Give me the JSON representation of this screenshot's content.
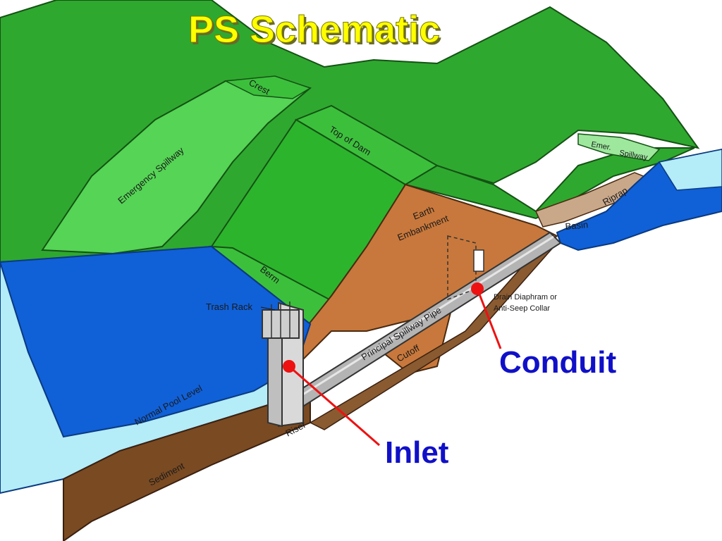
{
  "slide": {
    "title": "PS Schematic"
  },
  "labels": {
    "crest": "Crest",
    "emergency_spillway": "Emergency Spillway",
    "top_of_dam": "Top of Dam",
    "earth_embankment_line1": "Earth",
    "earth_embankment_line2": "Embankment",
    "emer": "Emer.",
    "spillway": "Spillway",
    "riprap": "Riprap",
    "basin": "Basin",
    "berm": "Berm",
    "trash_rack": "Trash Rack",
    "drain_line1": "Drain Diaphram or",
    "drain_line2": "Anti-Seep Collar",
    "principal_spillway_pipe": "Principal Spillway Pipe",
    "cutoff": "Cutoff",
    "normal_pool_level": "Normal Pool Level",
    "riser": "Riser",
    "sediment": "Sediment"
  },
  "callouts": {
    "conduit": "Conduit",
    "inlet": "Inlet"
  },
  "colors": {
    "hill_green": "#2fa82f",
    "bright_green": "#55d455",
    "dam_face": "#33b833",
    "earth": "#c8783c",
    "water_dark": "#1060d8",
    "water_light": "#b4ecf8",
    "sediment": "#7a4a22",
    "pipe": "#b4b4b4",
    "marker_red": "#ee1111",
    "callout_blue": "#1010c8",
    "title_yellow": "#ffff00"
  }
}
